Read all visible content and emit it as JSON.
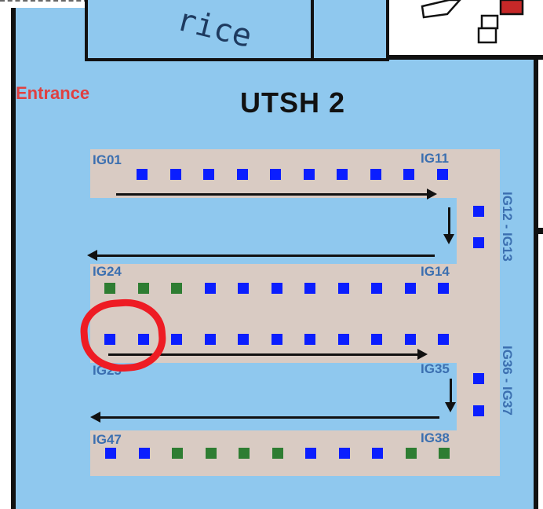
{
  "map": {
    "entrance_label": "Entrance",
    "building_label": "UTSH 2",
    "office_text": "rice",
    "colors": {
      "room_fill": "#8fc8ee",
      "aisle_fill": "#d9cbc3",
      "spot_available": "#0a1eff",
      "spot_special": "#2e7d32",
      "label_color": "#3b6fb0",
      "entrance_color": "#e04040",
      "highlight_color": "#ee1c24"
    },
    "labels": {
      "ig01": "IG01",
      "ig11": "IG11",
      "ig12_13": "IG12 - IG13",
      "ig24": "IG24",
      "ig14": "IG14",
      "ig25": "IG25",
      "ig35": "IG35",
      "ig36_37": "IG36 - IG37",
      "ig47": "IG47",
      "ig38": "IG38"
    },
    "rows": {
      "row1": [
        "available",
        "available",
        "available",
        "available",
        "available",
        "available",
        "available",
        "available",
        "available",
        "available"
      ],
      "col1": [
        "available",
        "available"
      ],
      "row2": [
        "special",
        "special",
        "special",
        "available",
        "available",
        "available",
        "available",
        "available",
        "available",
        "available",
        "available"
      ],
      "row3": [
        "available",
        "available",
        "available",
        "available",
        "available",
        "available",
        "available",
        "available",
        "available",
        "available",
        "available"
      ],
      "col2": [
        "available",
        "available"
      ],
      "row4": [
        "available",
        "available",
        "special",
        "special",
        "special",
        "special",
        "available",
        "available",
        "available",
        "special",
        "special"
      ]
    },
    "highlighted_spot": "IG25"
  }
}
